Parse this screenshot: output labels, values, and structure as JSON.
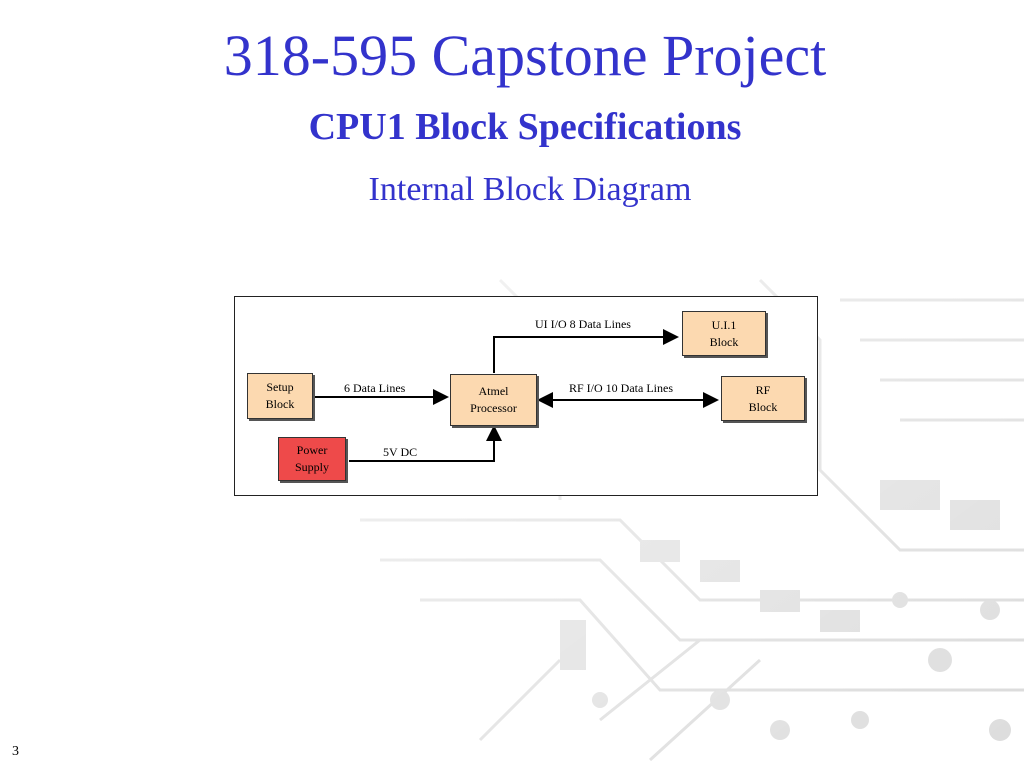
{
  "slide": {
    "title": "318-595 Capstone Project",
    "subtitle": "CPU1 Block Specifications",
    "section": "Internal Block Diagram",
    "page_number": "3"
  },
  "diagram": {
    "blocks": {
      "setup": "Setup\nBlock",
      "atmel": "Atmel\nProcessor",
      "ui": "U.I.1\nBlock",
      "rf": "RF\nBlock",
      "power": "Power\nSupply"
    },
    "labels": {
      "setup_to_atmel": "6 Data Lines",
      "atmel_to_ui": "UI I/O 8 Data Lines",
      "atmel_rf": "RF I/O 10 Data Lines",
      "power_to_atmel": "5V DC"
    },
    "colors": {
      "block_fill": "#fcd9b0",
      "power_fill": "#ee4a4a",
      "heading": "#3333cc"
    }
  }
}
